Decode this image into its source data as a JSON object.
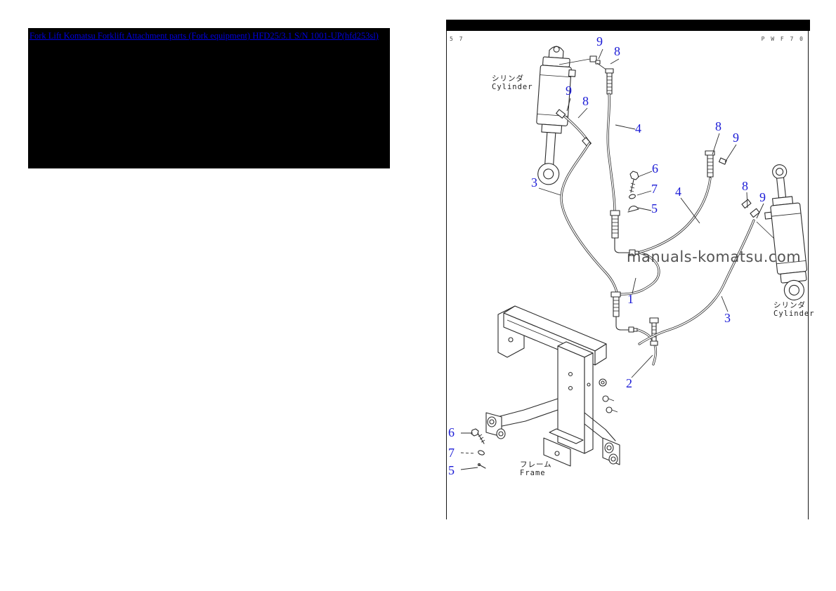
{
  "header_link": {
    "text": "Fork Lift Komatsu Forklift Attachment parts (Fork equipment) HFD25/3.1 S/N 1001-UP(hfd253sl)"
  },
  "diagram": {
    "plate_code_left": "5 7",
    "plate_code_right": "P W F 7 0",
    "watermark": "manuals-komatsu.com",
    "labels": {
      "cylinder_top": {
        "jp": "シリンダ",
        "en": "Cylinder"
      },
      "cylinder_right": {
        "jp": "シリンダ",
        "en": "Cylinder"
      },
      "frame": {
        "jp": "フレーム",
        "en": "Frame"
      }
    },
    "callouts": [
      {
        "label": "9"
      },
      {
        "label": "8"
      },
      {
        "label": "9"
      },
      {
        "label": "8"
      },
      {
        "label": "4"
      },
      {
        "label": "8"
      },
      {
        "label": "9"
      },
      {
        "label": "3"
      },
      {
        "label": "6"
      },
      {
        "label": "7"
      },
      {
        "label": "5"
      },
      {
        "label": "4"
      },
      {
        "label": "8"
      },
      {
        "label": "9"
      },
      {
        "label": "1"
      },
      {
        "label": "3"
      },
      {
        "label": "2"
      },
      {
        "label": "6"
      },
      {
        "label": "7"
      },
      {
        "label": "5"
      }
    ],
    "colors": {
      "callout_blue": "#1a1ad6",
      "link_blue": "#0000e0"
    }
  }
}
